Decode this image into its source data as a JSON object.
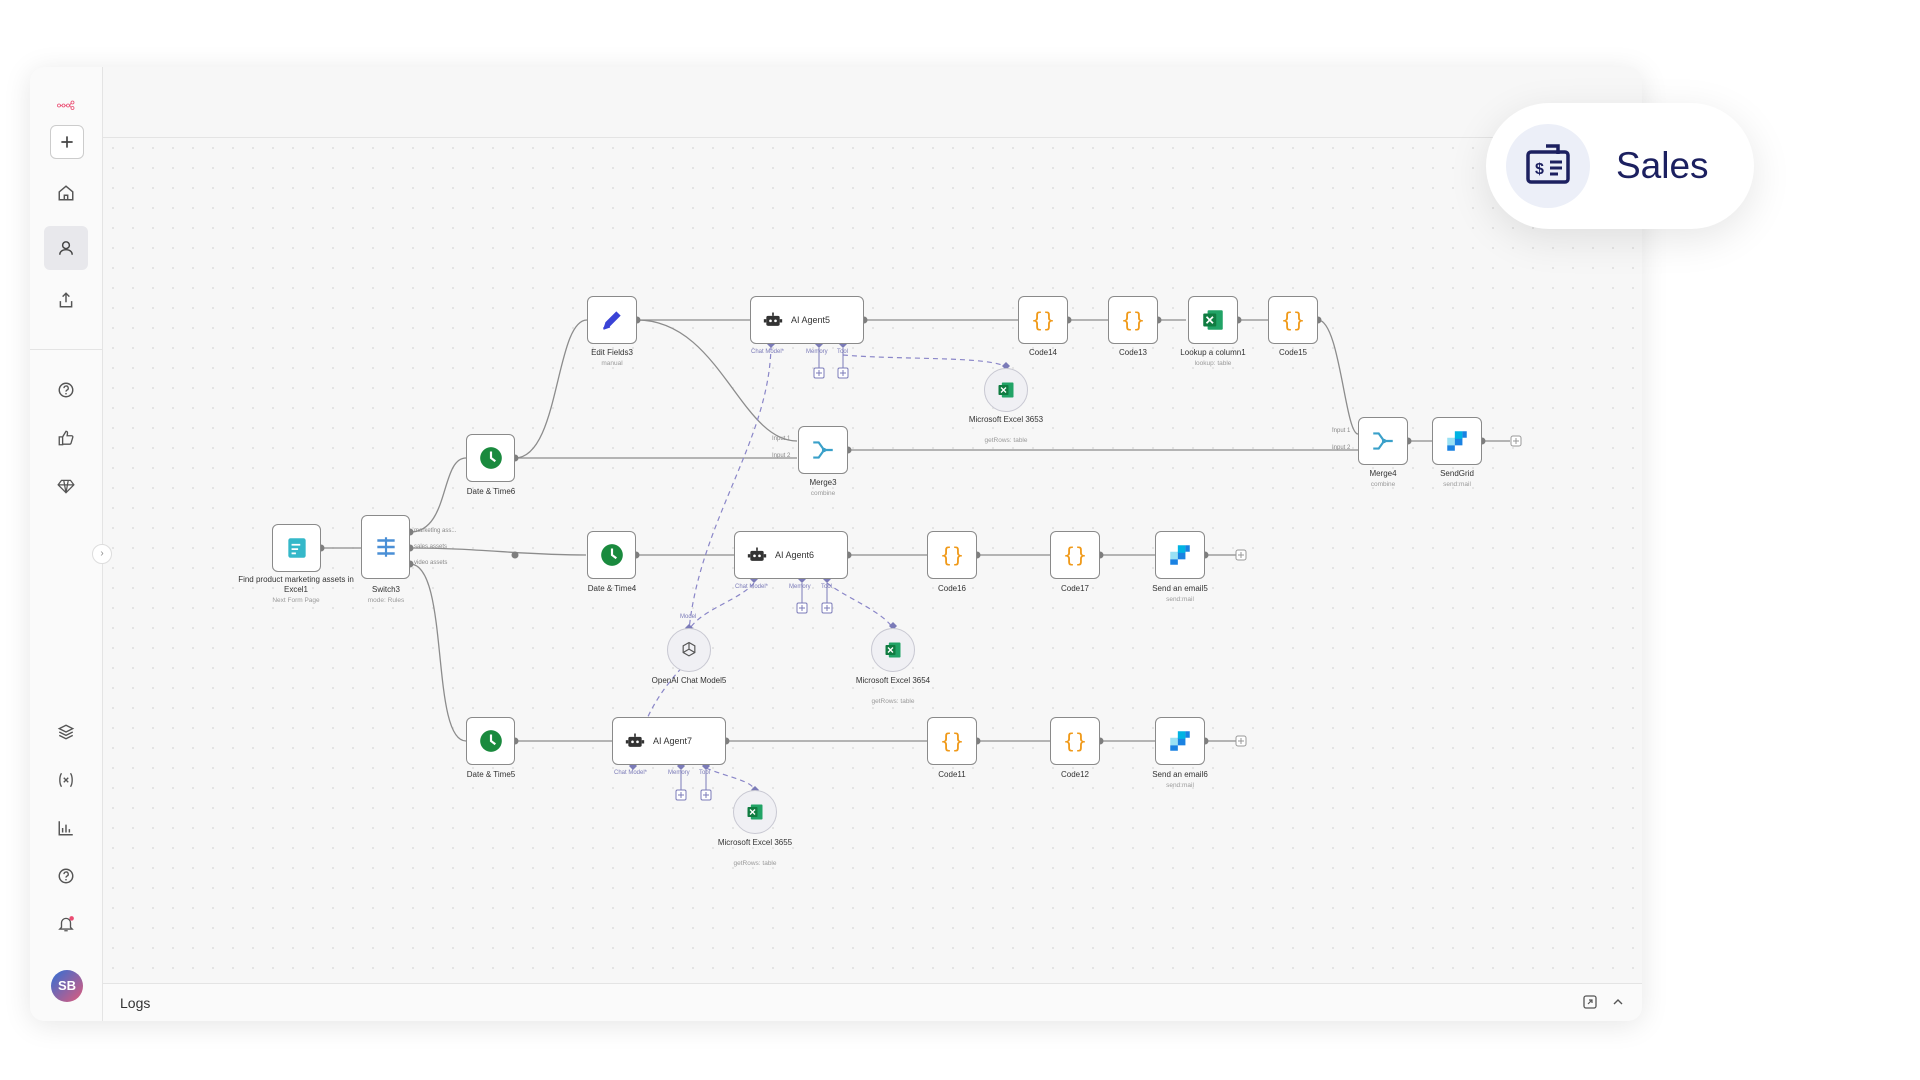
{
  "sales_badge": {
    "label": "Sales"
  },
  "logs": {
    "label": "Logs"
  },
  "avatar": {
    "initials": "SB"
  },
  "nodes": {
    "form": {
      "label": "Find product marketing assets in Excel1",
      "sub": "Next Form Page"
    },
    "switch": {
      "label": "Switch3",
      "sub": "mode: Rules",
      "out1": "marketing ass...",
      "out2": "sales assets",
      "out3": "video assets"
    },
    "dt6": {
      "label": "Date & Time6"
    },
    "dt4": {
      "label": "Date & Time4"
    },
    "dt5": {
      "label": "Date & Time5"
    },
    "edit3": {
      "label": "Edit Fields3",
      "sub": "manual"
    },
    "agent5": {
      "label": "AI Agent5"
    },
    "agent6": {
      "label": "AI Agent6"
    },
    "agent7": {
      "label": "AI Agent7"
    },
    "merge3": {
      "label": "Merge3",
      "sub": "combine",
      "in1": "Input 1",
      "in2": "Input 2"
    },
    "merge4": {
      "label": "Merge4",
      "sub": "combine",
      "in1": "Input 1",
      "in2": "Input 2"
    },
    "code14": {
      "label": "Code14"
    },
    "code13": {
      "label": "Code13"
    },
    "lookup": {
      "label": "Lookup a column1",
      "sub": "lookup: table"
    },
    "code15": {
      "label": "Code15"
    },
    "sendgrid": {
      "label": "SendGrid",
      "sub": "send:mail"
    },
    "excel3653": {
      "label": "Microsoft Excel 3653",
      "sub": "getRows: table"
    },
    "excel3654": {
      "label": "Microsoft Excel 3654",
      "sub": "getRows: table"
    },
    "excel3655": {
      "label": "Microsoft Excel 3655",
      "sub": "getRows: table"
    },
    "openai": {
      "label": "OpenAI Chat Model5",
      "port": "Model"
    },
    "code16": {
      "label": "Code16"
    },
    "code17": {
      "label": "Code17"
    },
    "email5": {
      "label": "Send an email5",
      "sub": "send:mail"
    },
    "code11": {
      "label": "Code11"
    },
    "code12": {
      "label": "Code12"
    },
    "email6": {
      "label": "Send an email6",
      "sub": "send:mail"
    }
  },
  "agent_ports": {
    "chat_model": "Chat Model*",
    "memory": "Memory",
    "tool": "Tool"
  },
  "colors": {
    "brand": "#ea4b71",
    "edit": "#3a43d6",
    "clock": "#1a8a3e",
    "code": "#f09a1a",
    "excel": "#1d7044",
    "sendgrid": "#1a82e2",
    "merge": "#3aa0c9",
    "dashed": "#8a86c8"
  }
}
